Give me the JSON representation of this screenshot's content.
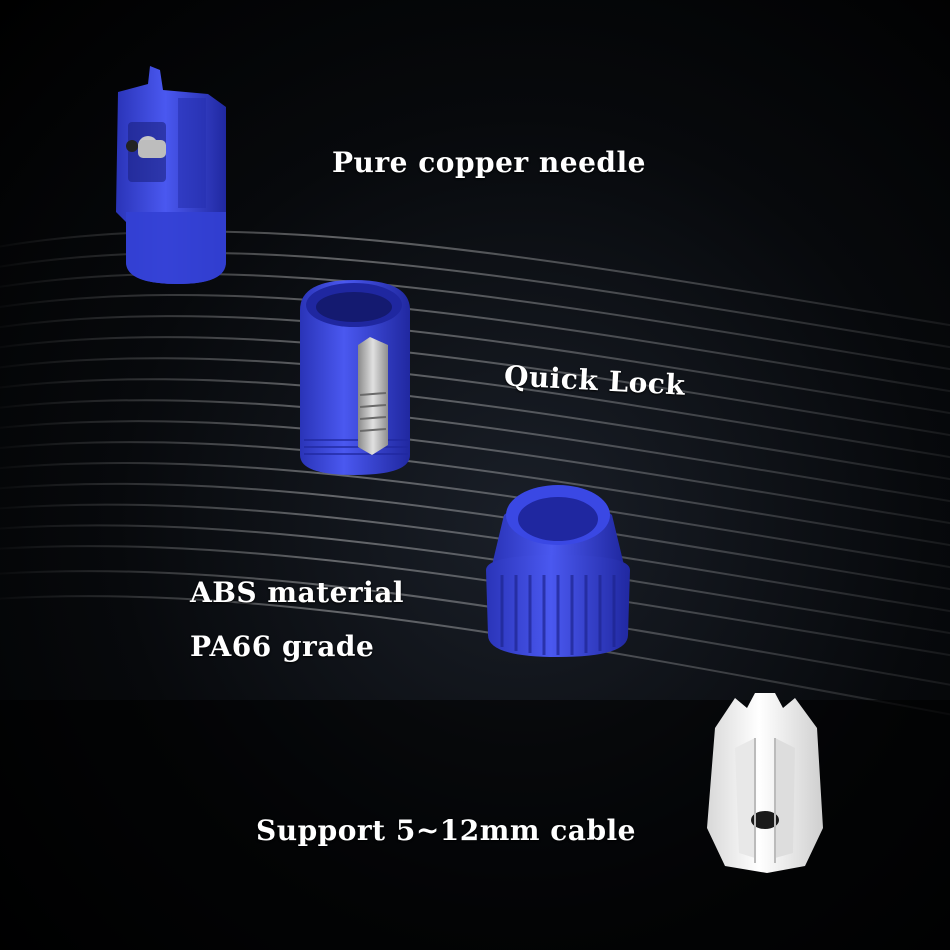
{
  "labels": {
    "copper": "Pure copper needle",
    "lock": "Quick Lock",
    "abs": "ABS material",
    "pa66": "PA66 grade",
    "cable": "Support 5~12mm cable"
  },
  "colors": {
    "background": "#000000",
    "connector_blue": "#3440e0",
    "insert_white": "#f2f2f2",
    "metal_silver": "#b8b8b8",
    "text": "#ffffff"
  }
}
